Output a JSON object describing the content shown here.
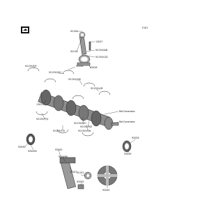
{
  "diagram": {
    "page_code": "E101",
    "labels": {
      "p92150_top": "92150",
      "p13037": "13037",
      "p92210_top": "92210",
      "p92139_ab": "92139/A/B",
      "p92139_cd": "92139/C/D",
      "p92139_ef": "92139/E/F",
      "p92150_mid": "92150",
      "p92028_top": "92028",
      "p92139_gh": "92139/G/H",
      "p92139_ijk": "92139/I/J/K",
      "p92139_lm": "92139/L/M",
      "p13031_left": "13031",
      "p92139_pq": "92139/P/Q",
      "p92139_no": "92139/N/O",
      "p92139_rs": "92139/R/S",
      "p92139_tu": "92139/T/U",
      "p92139_vw": "92139/V/W",
      "ref_gen_1": "Ref.Generator",
      "ref_gen_2": "Ref.Generator",
      "p92049": "92049",
      "p92049a": "92049A",
      "p92045_left": "92045",
      "p92049b": "92049B",
      "p13107": "13107",
      "p92152": "92152",
      "p92049_right": "92049",
      "p92055": "92055",
      "p92045_bottom": "92045",
      "p92028_bottom": "92028"
    }
  }
}
